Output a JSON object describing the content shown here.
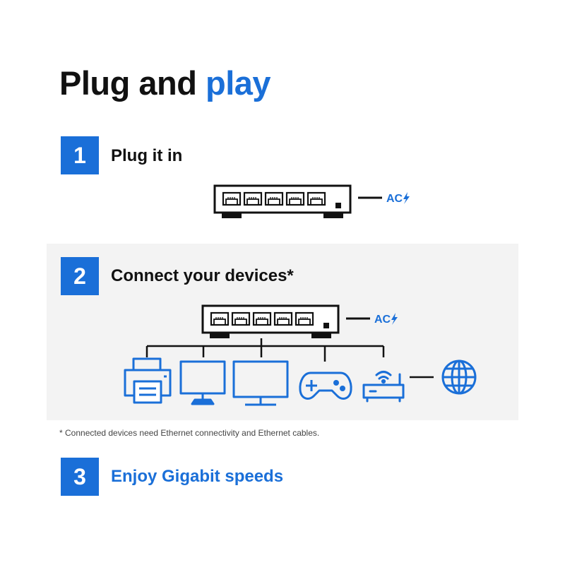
{
  "title": {
    "main": "Plug and",
    "accent": "play"
  },
  "steps": [
    {
      "number": "1",
      "label": "Plug it in"
    },
    {
      "number": "2",
      "label": "Connect your devices*"
    },
    {
      "number": "3",
      "label": "Enjoy Gigabit speeds"
    }
  ],
  "power_label": "AC",
  "footnote": "* Connected devices need Ethernet connectivity and Ethernet cables.",
  "colors": {
    "accent": "#1a6fd8",
    "band": "#f3f3f3",
    "text": "#111111"
  },
  "icons": [
    "network-switch-icon",
    "lightning-bolt-icon",
    "printer-icon",
    "monitor-icon",
    "gamepad-icon",
    "router-icon",
    "globe-icon"
  ]
}
